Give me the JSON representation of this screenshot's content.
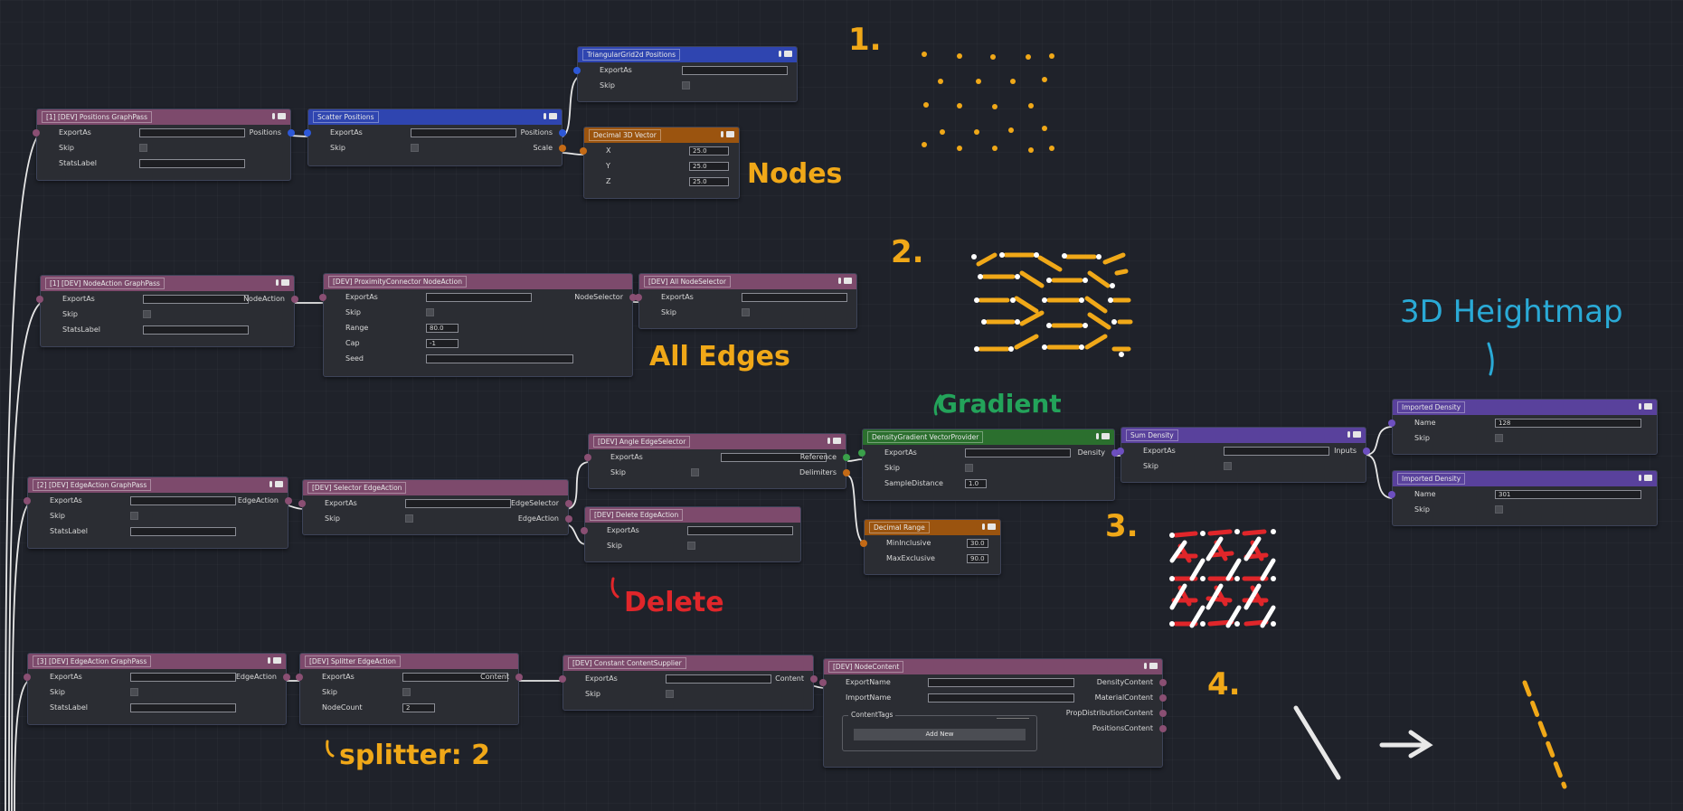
{
  "nodes": {
    "positions_graphpass": {
      "title": "[1] [DEV] Positions GraphPass",
      "rows": {
        "exportas": "ExportAs",
        "skip": "Skip",
        "statslabel": "StatsLabel"
      },
      "output": "Positions"
    },
    "scatter_positions": {
      "title": "Scatter Positions",
      "rows": {
        "exportas": "ExportAs",
        "skip": "Skip"
      },
      "outputs": {
        "positions": "Positions",
        "scale": "Scale"
      }
    },
    "triangular_grid": {
      "title": "TriangularGrid2d Positions",
      "rows": {
        "exportas": "ExportAs",
        "skip": "Skip"
      }
    },
    "decimal_vector": {
      "title": "Decimal 3D Vector",
      "rows": {
        "x": "X",
        "y": "Y",
        "z": "Z"
      },
      "values": {
        "x": "25.0",
        "y": "25.0",
        "z": "25.0"
      }
    },
    "nodeaction_graphpass": {
      "title": "[1] [DEV] NodeAction GraphPass",
      "rows": {
        "exportas": "ExportAs",
        "skip": "Skip",
        "statslabel": "StatsLabel"
      },
      "output": "NodeAction"
    },
    "proximity_connector": {
      "title": "[DEV] ProximityConnector NodeAction",
      "rows": {
        "exportas": "ExportAs",
        "skip": "Skip",
        "range": "Range",
        "cap": "Cap",
        "seed": "Seed"
      },
      "values": {
        "range": "80.0",
        "cap": "-1"
      },
      "output": "NodeSelector"
    },
    "all_nodeselector": {
      "title": "[DEV] All NodeSelector",
      "rows": {
        "exportas": "ExportAs",
        "skip": "Skip"
      }
    },
    "edgeaction_graphpass_2": {
      "title": "[2] [DEV] EdgeAction GraphPass",
      "rows": {
        "exportas": "ExportAs",
        "skip": "Skip",
        "statslabel": "StatsLabel"
      },
      "output": "EdgeAction"
    },
    "selector_edgeaction": {
      "title": "[DEV] Selector EdgeAction",
      "rows": {
        "exportas": "ExportAs",
        "skip": "Skip"
      },
      "outputs": {
        "edgeselector": "EdgeSelector",
        "edgeaction": "EdgeAction"
      }
    },
    "angle_edgeselector": {
      "title": "[DEV] Angle EdgeSelector",
      "rows": {
        "exportas": "ExportAs",
        "skip": "Skip"
      },
      "outputs": {
        "reference": "Reference",
        "delimiters": "Delimiters"
      }
    },
    "delete_edgeaction": {
      "title": "[DEV] Delete EdgeAction",
      "rows": {
        "exportas": "ExportAs",
        "skip": "Skip"
      }
    },
    "density_gradient": {
      "title": "DensityGradient VectorProvider",
      "rows": {
        "exportas": "ExportAs",
        "skip": "Skip",
        "sampledistance": "SampleDistance"
      },
      "values": {
        "sampledistance": "1.0"
      },
      "output": "Density"
    },
    "decimal_range": {
      "title": "Decimal Range",
      "rows": {
        "min": "MinInclusive",
        "max": "MaxExclusive"
      },
      "values": {
        "min": "30.0",
        "max": "90.0"
      }
    },
    "sum_density": {
      "title": "Sum Density",
      "rows": {
        "exportas": "ExportAs",
        "skip": "Skip"
      },
      "output": "Inputs"
    },
    "imported_density_1": {
      "title": "Imported Density",
      "rows": {
        "name": "Name",
        "skip": "Skip"
      },
      "values": {
        "name": "128"
      }
    },
    "imported_density_2": {
      "title": "Imported Density",
      "rows": {
        "name": "Name",
        "skip": "Skip"
      },
      "values": {
        "name": "301"
      }
    },
    "edgeaction_graphpass_3": {
      "title": "[3] [DEV] EdgeAction GraphPass",
      "rows": {
        "exportas": "ExportAs",
        "skip": "Skip",
        "statslabel": "StatsLabel"
      },
      "output": "EdgeAction"
    },
    "splitter_edgeaction": {
      "title": "[DEV] Splitter EdgeAction",
      "rows": {
        "exportas": "ExportAs",
        "skip": "Skip",
        "nodecount": "NodeCount"
      },
      "values": {
        "nodecount": "2"
      },
      "output": "Content"
    },
    "constant_content": {
      "title": "[DEV] Constant ContentSupplier",
      "rows": {
        "exportas": "ExportAs",
        "skip": "Skip"
      },
      "output": "Content"
    },
    "node_content": {
      "title": "[DEV] NodeContent",
      "rows": {
        "exportname": "ExportName",
        "importname": "ImportName"
      },
      "outputs": {
        "density": "DensityContent",
        "material": "MaterialContent",
        "prop": "PropDistributionContent",
        "positions": "PositionsContent"
      },
      "contenttags": "ContentTags",
      "add_new": "Add New"
    }
  },
  "annotations": {
    "step1": "1.",
    "step2": "2.",
    "step3": "3.",
    "step4": "4.",
    "nodes": "Nodes",
    "all_edges": "All Edges",
    "gradient": "Gradient",
    "delete": "Delete",
    "splitter": "splitter: 2",
    "heightmap": "3D Heightmap"
  },
  "colors": {
    "pink_header": "#7d4a6c",
    "blue_header": "#2f45b0",
    "orange_header": "#9b540f",
    "green_header": "#2b6f2e",
    "purple_header": "#59419c",
    "annotation_orange": "#f0a818",
    "annotation_red": "#e0262a",
    "annotation_green": "#23a35a",
    "annotation_cyan": "#2aaad6"
  }
}
